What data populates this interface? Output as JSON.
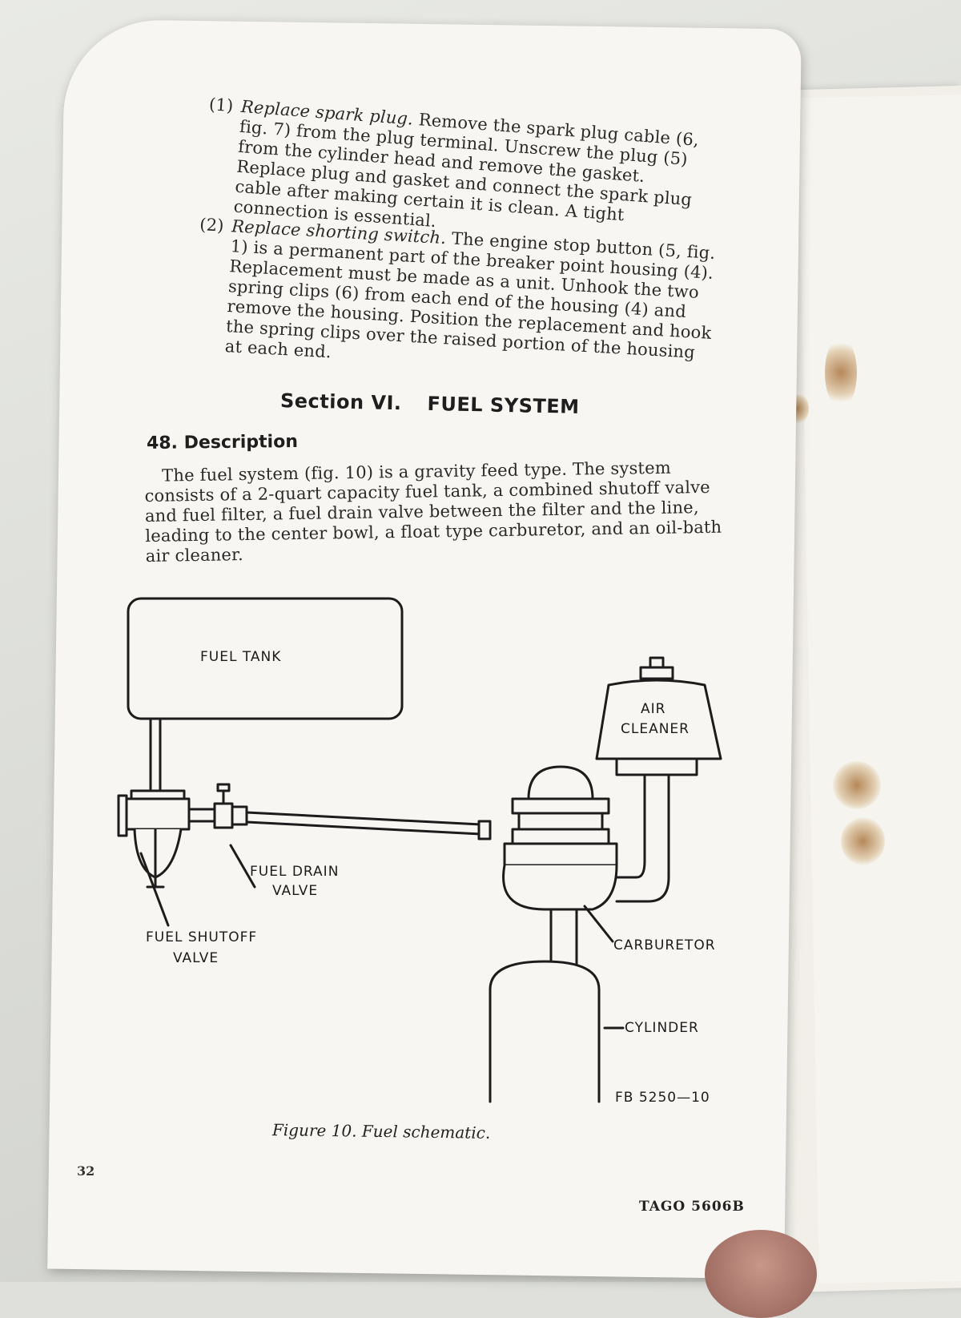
{
  "manual": {
    "item1": {
      "number": "(1)",
      "title": "Replace spark plug.",
      "body": "Remove the spark plug cable (6, fig. 7) from the plug terminal. Unscrew the plug (5) from the cylinder head and remove the gasket. Replace plug and gasket and connect the spark plug cable after making certain it is clean. A tight connection is essential."
    },
    "item2": {
      "number": "(2)",
      "title": "Replace shorting switch.",
      "body": "The engine stop button (5, fig. 1) is a permanent part of the breaker point housing (4). Replacement must be made as a unit. Unhook the two spring clips (6) from each end of the housing (4) and remove the housing. Position the replacement and hook the spring clips over the raised portion of the housing at each end."
    },
    "section": {
      "label": "Section VI.",
      "title": "FUEL SYSTEM"
    },
    "paragraph48": {
      "heading": "48. Description",
      "body": "The fuel system (fig. 10) is a gravity feed type. The system consists of a 2-quart capacity fuel tank, a combined shutoff valve and fuel filter, a fuel drain valve between the filter and the line, leading to the center bowl, a float type carburetor, and an oil-bath air cleaner."
    },
    "figure": {
      "labels": {
        "fuel_tank": "FUEL TANK",
        "air": "AIR",
        "cleaner": "CLEANER",
        "fuel_drain": "FUEL DRAIN",
        "drain_valve": "VALVE",
        "fuel_shutoff": "FUEL SHUTOFF",
        "shutoff_valve": "VALVE",
        "carburetor": "CARBURETOR",
        "cylinder": "CYLINDER",
        "fb_code": "FB 5250—10"
      },
      "caption": "Figure 10.  Fuel schematic."
    },
    "page_number": "32",
    "footer_code": "TAGO 5606B"
  }
}
